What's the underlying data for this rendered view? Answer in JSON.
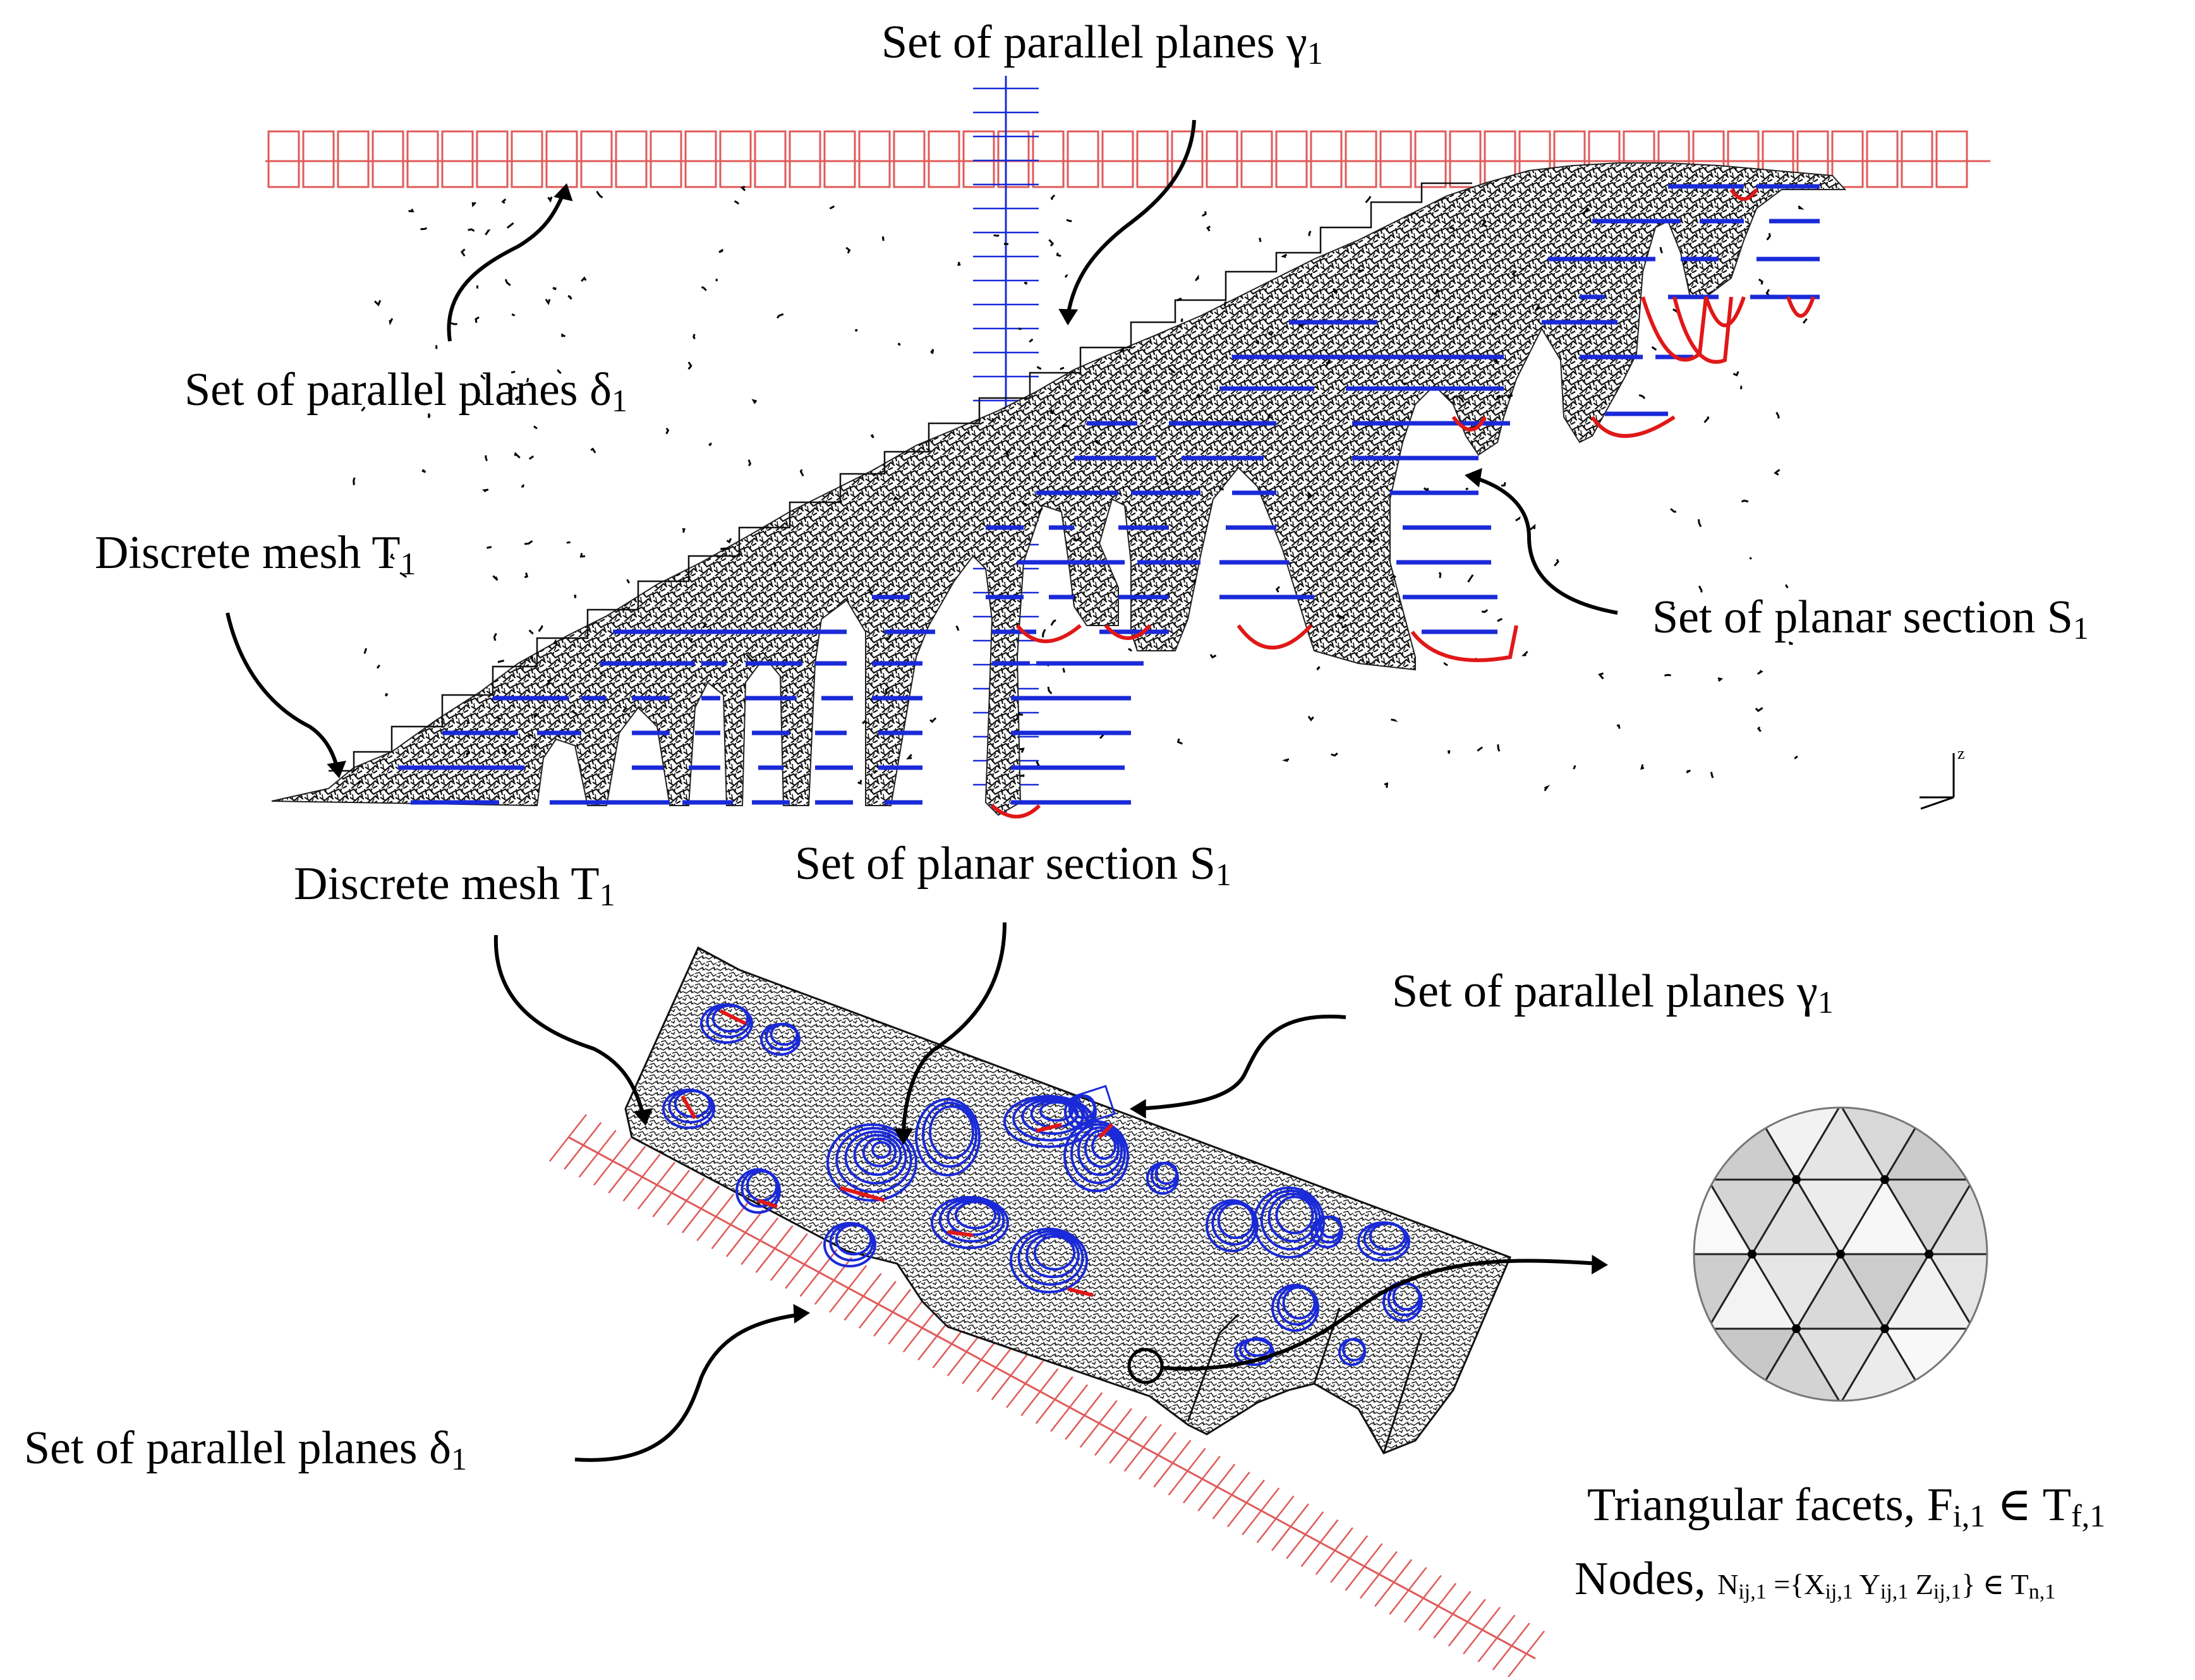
{
  "labels": {
    "top_gamma": {
      "text": "Set of parallel planes γ",
      "sub": "1"
    },
    "top_delta": {
      "text": "Set of parallel planes δ",
      "sub": "1"
    },
    "top_mesh": {
      "text": "Discrete mesh T",
      "sub": "1"
    },
    "top_section": {
      "text": "Set of planar section S",
      "sub": "1"
    },
    "bottom_mesh": {
      "text": "Discrete mesh T",
      "sub": "1"
    },
    "bottom_section": {
      "text": "Set of planar section S",
      "sub": "1"
    },
    "bottom_gamma": {
      "text": "Set of parallel planes γ",
      "sub": "1"
    },
    "bottom_delta": {
      "text": "Set of parallel planes δ",
      "sub": "1"
    },
    "facets": {
      "prefix": "Triangular facets, F",
      "sub_a": "i,1",
      "mid": " ∈ T",
      "sub_b": "f,1"
    },
    "nodes": {
      "prefix": "Nodes, ",
      "n": "N",
      "n_sub": "ij,1",
      "eq": " ={X",
      "x_sub": "ij,1",
      "y": " Y",
      "y_sub": "ij,1",
      "z": " Z",
      "z_sub": "ij,1",
      "tail": "} ∈ T",
      "t_sub": "n,1"
    },
    "axis_z": "z"
  },
  "colors": {
    "plane_red": "#e05a5a",
    "section_blue": "#1a2ad8",
    "section_red": "#e01818",
    "mesh_black": "#111111",
    "arrow": "#000000",
    "zoom_fill": "#d4d4d4"
  }
}
